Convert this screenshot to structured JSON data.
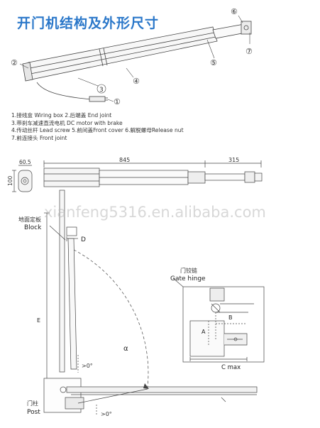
{
  "title": "开门机结构及外形尺寸",
  "legend": [
    "1.接线盒 Wiring box 2.后端盖 End joint",
    "3.带刹车减速直流电机 DC motor with brake",
    "4.传动丝杆 Lead screw 5.前间盖Front cover 6.解脱螺母Release nut",
    "7.前连接头 Front joint"
  ],
  "callouts": [
    "①",
    "②",
    "④",
    "⑤",
    "⑥",
    "⑦"
  ],
  "callout_3": "3",
  "dims": {
    "d1": "60.5",
    "d2": "845",
    "d3": "315",
    "d4": "100"
  },
  "labels": {
    "block_cn": "地面定板",
    "block_en": "Block",
    "d": "D",
    "e": "E",
    "alpha": "α",
    "gt0a": ">0°",
    "gt0b": ">0°",
    "post_cn": "门柱",
    "post_en": "Post",
    "hinge_cn": "门铰链",
    "hinge_en": "Gate hinge",
    "a": "A",
    "b": "B",
    "cmax": "C max"
  },
  "watermark": "xianfeng5316.en.alibaba.com"
}
